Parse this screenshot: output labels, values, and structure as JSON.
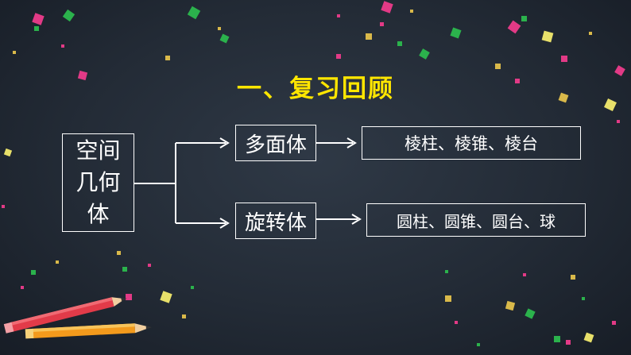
{
  "title": "一、复习回顾",
  "root": {
    "line1": "空间",
    "line2": "几何",
    "line3": "体"
  },
  "branches": [
    {
      "label": "多面体",
      "examples": "棱柱、棱锥、棱台"
    },
    {
      "label": "旋转体",
      "examples": "圆柱、圆锥、圆台、球"
    }
  ],
  "colors": {
    "title": "#ffe600",
    "lines": "#ffffff",
    "background": "#232b36"
  }
}
